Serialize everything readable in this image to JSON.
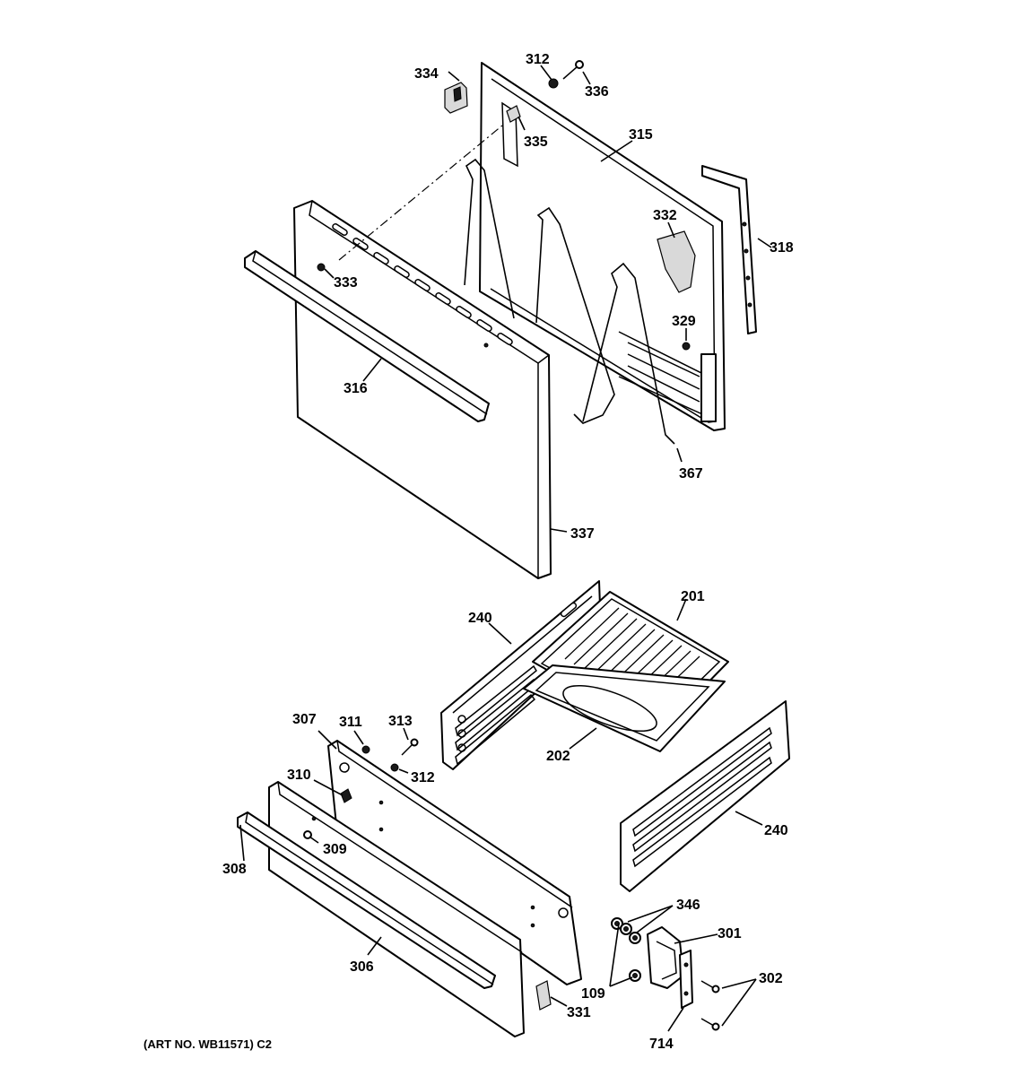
{
  "callouts": {
    "c334": "334",
    "c312a": "312",
    "c336": "336",
    "c335": "335",
    "c315": "315",
    "c318": "318",
    "c332": "332",
    "c333": "333",
    "c329": "329",
    "c316": "316",
    "c367": "367",
    "c337": "337",
    "c240a": "240",
    "c201": "201",
    "c202": "202",
    "c307": "307",
    "c311": "311",
    "c313": "313",
    "c312b": "312",
    "c310": "310",
    "c309": "309",
    "c308": "308",
    "c240b": "240",
    "c346": "346",
    "c301": "301",
    "c306": "306",
    "c109": "109",
    "c302": "302",
    "c331": "331",
    "c714": "714"
  },
  "art_number": "(ART NO. WB11571) C2"
}
